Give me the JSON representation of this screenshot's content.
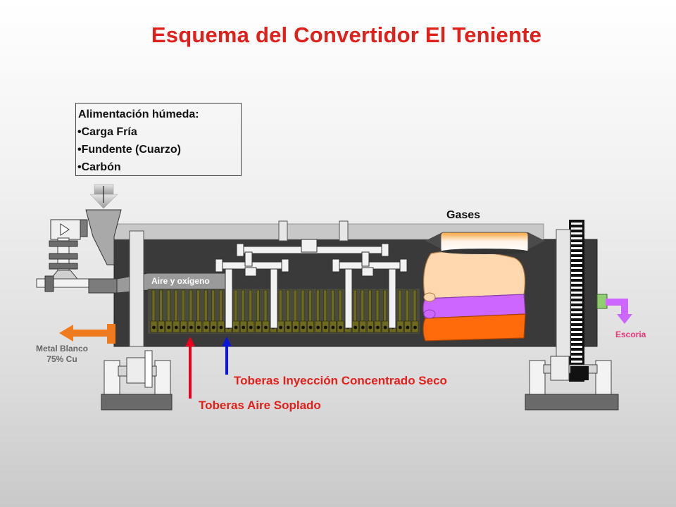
{
  "title": "Esquema del Convertidor El Teniente",
  "feed": {
    "heading": "Alimentación húmeda:",
    "items": [
      "Carga Fría",
      "Fundente (Cuarzo)",
      "Carbón"
    ]
  },
  "labels": {
    "gases": "Gases",
    "air_oxygen": "Aire y oxígeno",
    "slag": "Escoria",
    "white_metal_line1": "Metal Blanco",
    "white_metal_line2": "75% Cu",
    "tuyeres_concentrate": "Toberas Inyección Concentrado Seco",
    "tuyeres_air": "Toberas Aire Soplado"
  },
  "colors": {
    "title": "#e0201b",
    "air_arrow": "#e8001c",
    "concentrate_arrow": "#0a16d8",
    "metal_arrow": "#f07a1e",
    "slag_arrow": "#cc66ff",
    "vessel": "#3a3a3a",
    "tuyere": "#6e6a1e",
    "slag_layer": "#cc66ff",
    "metal_layer": "#ff6a0a",
    "charge_layer": "#ffd8b0"
  }
}
